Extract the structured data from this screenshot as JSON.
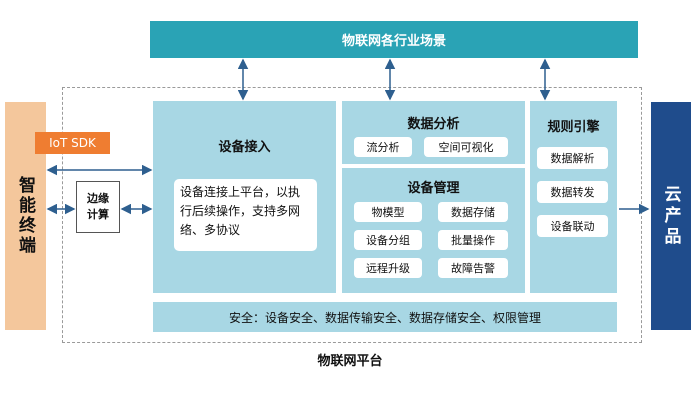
{
  "top_bar": {
    "label": "物联网各行业场景"
  },
  "left_panel": {
    "label": "智能终端"
  },
  "right_panel": {
    "label": "云产品"
  },
  "iot_sdk": {
    "label": "IoT SDK"
  },
  "edge": {
    "line1": "边缘",
    "line2": "计算"
  },
  "access": {
    "title": "设备接入",
    "description": "设备连接上平台，以执行后续操作，支持多网络、多协议"
  },
  "analysis": {
    "title": "数据分析",
    "items": [
      "流分析",
      "空间可视化"
    ]
  },
  "device_mgmt": {
    "title": "设备管理",
    "items": [
      "物模型",
      "数据存储",
      "设备分组",
      "批量操作",
      "远程升级",
      "故障告警"
    ]
  },
  "rules": {
    "title": "规则引擎",
    "items": [
      "数据解析",
      "数据转发",
      "设备联动"
    ]
  },
  "security": {
    "label": "安全：设备安全、数据传输安全、数据存储安全、权限管理"
  },
  "platform": {
    "label": "物联网平台"
  },
  "colors": {
    "top_bar": "#2aa3b5",
    "panel": "#a8d7e4",
    "terminal": "#f4c79c",
    "cloud": "#1f4c8c",
    "sdk": "#ef7d31"
  }
}
